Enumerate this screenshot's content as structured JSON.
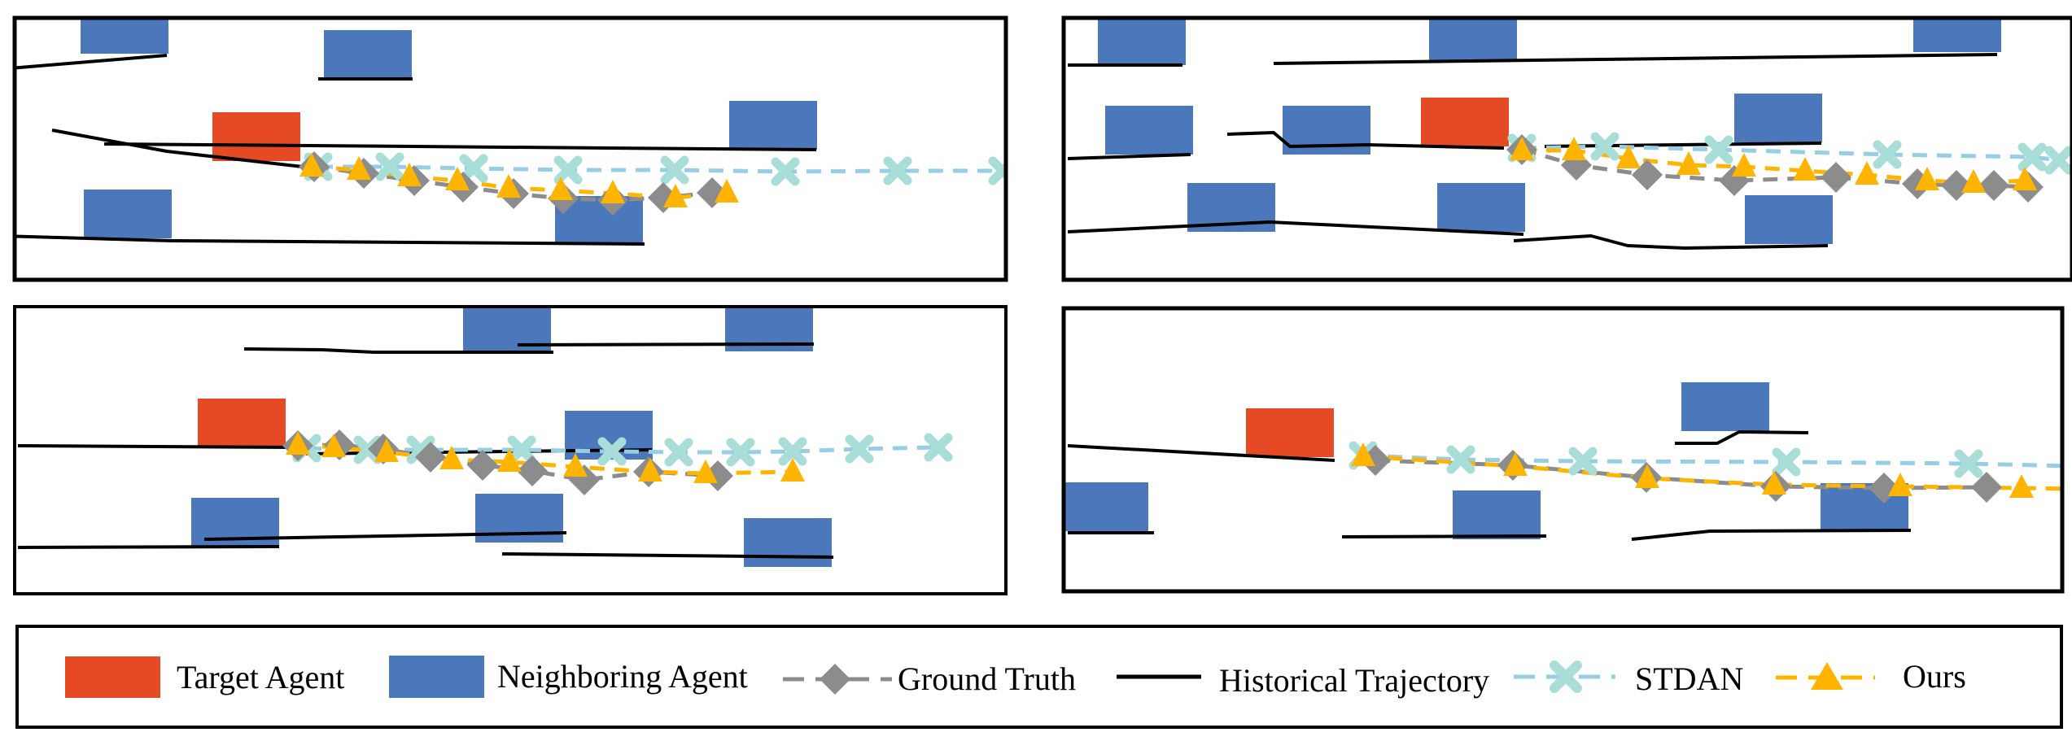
{
  "colors": {
    "target": "#E64A25",
    "neighbor": "#4A78BB",
    "ground_truth": "#8C8C8C",
    "historical": "#000000",
    "stdan": "#96CEE6",
    "ours": "#FFB400",
    "stdan_marker": "#A9DED8",
    "border": "#000000"
  },
  "legend": {
    "target_label": "Target Agent",
    "neighbor_label": "Neighboring Agent",
    "ground_truth_label": "Ground Truth",
    "historical_label": "Historical Trajectory",
    "stdan_label": "STDAN",
    "ours_label": "Ours"
  },
  "panels": [
    {
      "id": "top-left",
      "target": [
        [
          315,
          168
        ]
      ],
      "neighbors": [
        [
          153,
          36
        ],
        [
          452,
          67
        ],
        [
          950,
          154
        ],
        [
          157,
          263
        ],
        [
          736,
          271
        ]
      ],
      "historical": [
        [
          [
            0,
            85
          ],
          [
            205,
            68
          ]
        ],
        [
          [
            391,
            97
          ],
          [
            507,
            97
          ]
        ],
        [
          [
            64,
            160
          ],
          [
            205,
            186
          ],
          [
            372,
            205
          ]
        ],
        [
          [
            128,
            177
          ],
          [
            1003,
            184
          ]
        ],
        [
          [
            0,
            290
          ],
          [
            211,
            296
          ],
          [
            792,
            300
          ]
        ]
      ],
      "ground_truth": [
        [
          386,
          205
        ],
        [
          447,
          213
        ],
        [
          509,
          222
        ],
        [
          569,
          230
        ],
        [
          631,
          238
        ],
        [
          692,
          244
        ],
        [
          753,
          246
        ],
        [
          815,
          243
        ],
        [
          875,
          237
        ]
      ],
      "stdan": [
        [
          391,
          205
        ],
        [
          479,
          205
        ],
        [
          582,
          207
        ],
        [
          698,
          209
        ],
        [
          829,
          209
        ],
        [
          965,
          211
        ],
        [
          1103,
          210
        ],
        [
          1232,
          210
        ]
      ],
      "ours": [
        [
          383,
          205
        ],
        [
          441,
          209
        ],
        [
          503,
          217
        ],
        [
          562,
          222
        ],
        [
          625,
          231
        ],
        [
          689,
          234
        ],
        [
          753,
          238
        ],
        [
          830,
          243
        ],
        [
          893,
          237
        ]
      ]
    },
    {
      "id": "top-right",
      "target": [
        [
          1800,
          150
        ]
      ],
      "neighbors": [
        [
          1403,
          50
        ],
        [
          1810,
          45
        ],
        [
          2405,
          34
        ],
        [
          1412,
          160
        ],
        [
          1630,
          160
        ],
        [
          2185,
          145
        ],
        [
          1513,
          255
        ],
        [
          1820,
          255
        ],
        [
          2198,
          270
        ]
      ],
      "historical": [
        [
          [
            1312,
            80
          ],
          [
            1453,
            80
          ]
        ],
        [
          [
            1565,
            78
          ],
          [
            2454,
            67
          ]
        ],
        [
          [
            1312,
            195
          ],
          [
            1463,
            190
          ]
        ],
        [
          [
            1508,
            165
          ],
          [
            1565,
            163
          ],
          [
            1585,
            180
          ],
          [
            1681,
            178
          ],
          [
            1848,
            182
          ]
        ],
        [
          [
            1312,
            285
          ],
          [
            1560,
            273
          ],
          [
            1872,
            288
          ]
        ],
        [
          [
            1860,
            296
          ],
          [
            1955,
            290
          ],
          [
            2000,
            302
          ],
          [
            2070,
            305
          ],
          [
            2246,
            302
          ]
        ],
        [
          [
            1898,
            180
          ],
          [
            2238,
            176
          ]
        ]
      ],
      "ground_truth": [
        [
          1870,
          184
        ],
        [
          1937,
          203
        ],
        [
          2024,
          215
        ],
        [
          2131,
          222
        ],
        [
          2256,
          218
        ],
        [
          2356,
          226
        ],
        [
          2404,
          228
        ],
        [
          2450,
          228
        ],
        [
          2492,
          230
        ]
      ],
      "stdan": [
        [
          1870,
          182
        ],
        [
          1972,
          180
        ],
        [
          2112,
          184
        ],
        [
          2319,
          190
        ],
        [
          2497,
          193
        ],
        [
          2530,
          197
        ]
      ],
      "ours": [
        [
          1870,
          185
        ],
        [
          1934,
          185
        ],
        [
          2001,
          195
        ],
        [
          2075,
          203
        ],
        [
          2143,
          205
        ],
        [
          2218,
          210
        ],
        [
          2294,
          215
        ],
        [
          2368,
          222
        ],
        [
          2425,
          225
        ],
        [
          2488,
          222
        ]
      ]
    },
    {
      "id": "bottom-left",
      "target": [
        [
          297,
          520
        ]
      ],
      "neighbors": [
        [
          623,
          405
        ],
        [
          945,
          402
        ],
        [
          748,
          535
        ],
        [
          289,
          642
        ],
        [
          638,
          637
        ],
        [
          968,
          667
        ]
      ],
      "historical": [
        [
          [
            300,
            429
          ],
          [
            396,
            430
          ],
          [
            459,
            433
          ],
          [
            680,
            433
          ]
        ],
        [
          [
            636,
            424
          ],
          [
            1000,
            423
          ]
        ],
        [
          [
            22,
            548
          ],
          [
            365,
            550
          ]
        ],
        [
          [
            365,
            558
          ],
          [
            801,
            553
          ]
        ],
        [
          [
            22,
            673
          ],
          [
            343,
            672
          ]
        ],
        [
          [
            251,
            663
          ],
          [
            696,
            655
          ]
        ],
        [
          [
            617,
            681
          ],
          [
            1024,
            685
          ]
        ]
      ],
      "ground_truth": [
        [
          366,
          548
        ],
        [
          417,
          547
        ],
        [
          471,
          552
        ],
        [
          529,
          562
        ],
        [
          593,
          572
        ],
        [
          654,
          579
        ],
        [
          718,
          590
        ],
        [
          797,
          580
        ],
        [
          882,
          585
        ]
      ],
      "stdan": [
        [
          377,
          551
        ],
        [
          452,
          553
        ],
        [
          517,
          553
        ],
        [
          641,
          553
        ],
        [
          752,
          555
        ],
        [
          834,
          556
        ],
        [
          910,
          556
        ],
        [
          974,
          555
        ],
        [
          1056,
          552
        ],
        [
          1153,
          550
        ]
      ],
      "ours": [
        [
          366,
          547
        ],
        [
          410,
          550
        ],
        [
          475,
          556
        ],
        [
          555,
          565
        ],
        [
          626,
          568
        ],
        [
          707,
          574
        ],
        [
          799,
          580
        ],
        [
          867,
          582
        ],
        [
          974,
          580
        ]
      ]
    },
    {
      "id": "bottom-right",
      "target": [
        [
          1585,
          532
        ]
      ],
      "neighbors": [
        [
          2120,
          500
        ],
        [
          1357,
          623
        ],
        [
          1839,
          633
        ],
        [
          2291,
          624
        ]
      ],
      "historical": [
        [
          [
            1312,
            548
          ],
          [
            1640,
            566
          ]
        ],
        [
          [
            2058,
            545
          ],
          [
            2110,
            545
          ],
          [
            2137,
            531
          ],
          [
            2222,
            532
          ]
        ],
        [
          [
            1312,
            655
          ],
          [
            1418,
            655
          ]
        ],
        [
          [
            1649,
            660
          ],
          [
            1900,
            659
          ]
        ],
        [
          [
            2005,
            663
          ],
          [
            2101,
            653
          ],
          [
            2348,
            652
          ]
        ]
      ],
      "ground_truth": [
        [
          1690,
          566
        ],
        [
          1859,
          572
        ],
        [
          2023,
          587
        ],
        [
          2182,
          598
        ],
        [
          2315,
          600
        ],
        [
          2441,
          599
        ]
      ],
      "stdan": [
        [
          1675,
          560
        ],
        [
          1795,
          565
        ],
        [
          1945,
          567
        ],
        [
          2195,
          568
        ],
        [
          2419,
          570
        ],
        [
          2546,
          573
        ]
      ],
      "ours": [
        [
          1675,
          561
        ],
        [
          1862,
          573
        ],
        [
          2024,
          588
        ],
        [
          2180,
          596
        ],
        [
          2335,
          598
        ],
        [
          2484,
          600
        ],
        [
          2546,
          601
        ]
      ]
    }
  ]
}
